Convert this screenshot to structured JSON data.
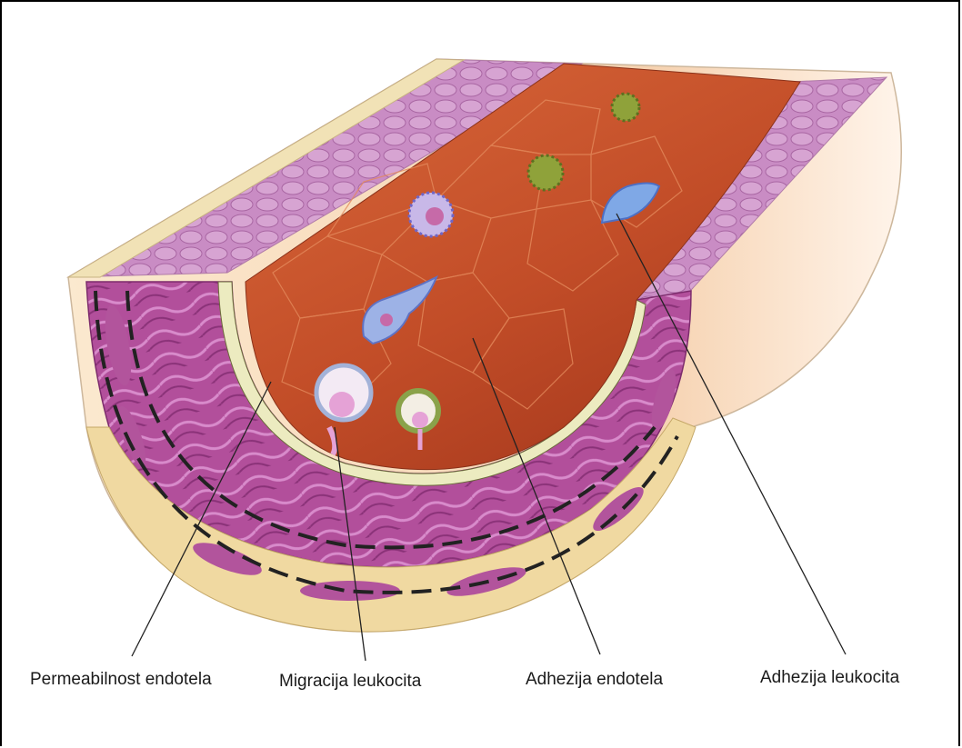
{
  "labels": {
    "endothelial_permeability": "Permeabilnost endotela",
    "leukocyte_migration": "Migracija leukocita",
    "endothelial_adhesion": "Adhezija endotela",
    "leukocyte_adhesion": "Adhezija leukocita"
  },
  "colors": {
    "lumen": "#c9542a",
    "muscle": "#b9539f",
    "adventitia": "#f1dca6",
    "outer_surface": "#f4d7b8",
    "leader_line": "#222222"
  }
}
